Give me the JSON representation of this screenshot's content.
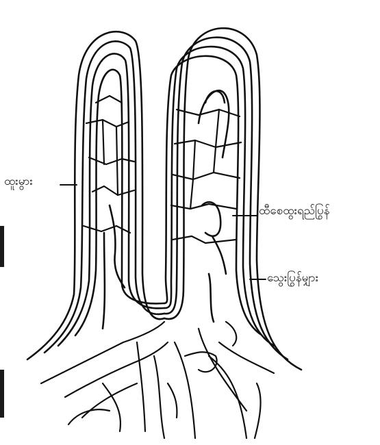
{
  "labels": {
    "villi": "ထူးမွား",
    "lacteal": "ထီစေထွးရည်ပြွန်",
    "capillaries": "သွေးပြွန်မျှား"
  },
  "colors": {
    "ink": "#111111",
    "background": "#ffffff"
  }
}
